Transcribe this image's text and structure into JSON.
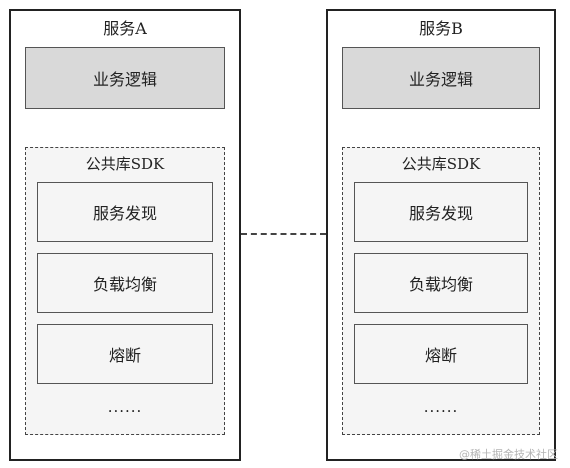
{
  "services": [
    {
      "title": "服务A",
      "business_logic": "业务逻辑",
      "sdk": {
        "title": "公共库SDK",
        "modules": [
          "服务发现",
          "负载均衡",
          "熔断"
        ],
        "more": "......"
      }
    },
    {
      "title": "服务B",
      "business_logic": "业务逻辑",
      "sdk": {
        "title": "公共库SDK",
        "modules": [
          "服务发现",
          "负载均衡",
          "熔断"
        ],
        "more": "......"
      }
    }
  ],
  "watermark": "@稀土掘金技术社区",
  "colors": {
    "border": "#222222",
    "logic_fill": "#d9d9d9",
    "sdk_fill": "#f5f5f5",
    "watermark": "#b5b5b5"
  }
}
